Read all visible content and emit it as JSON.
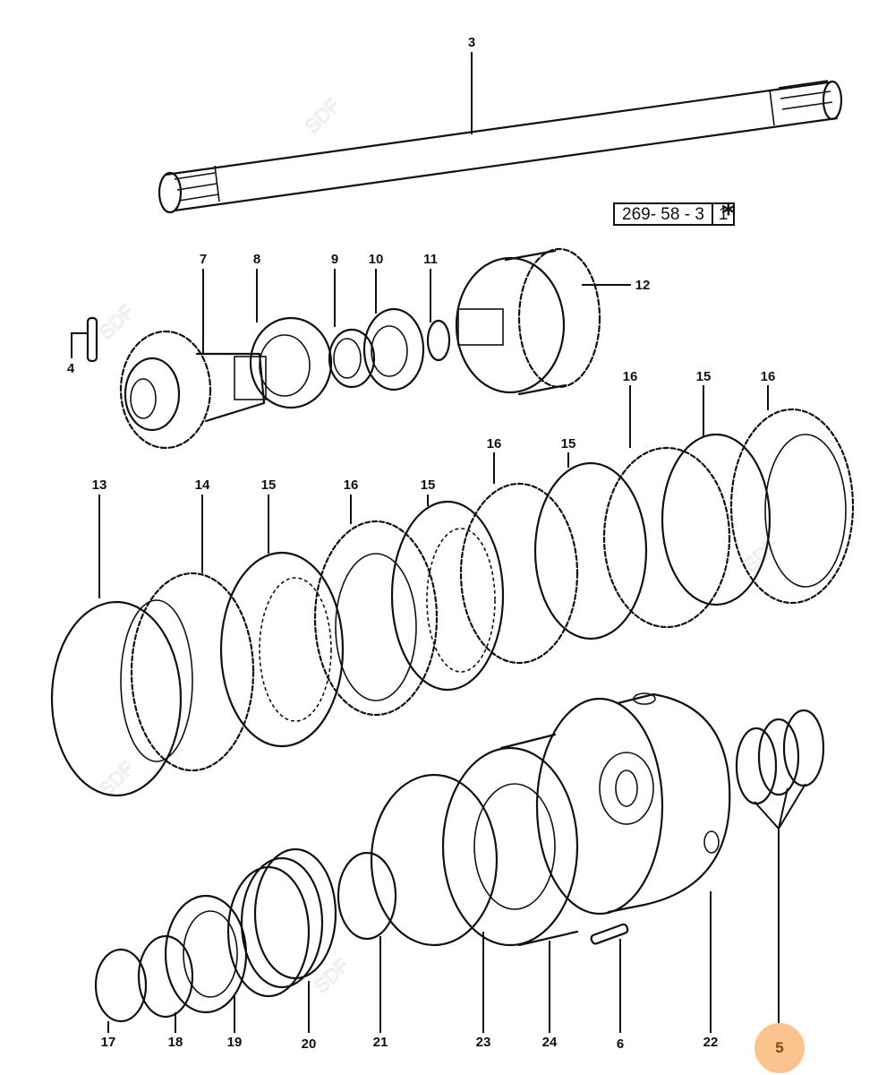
{
  "diagram": {
    "title_ref": {
      "code": "269- 58 - 3",
      "sheet": "1",
      "marker": "*"
    },
    "watermark": "SDF",
    "highlight": {
      "part": "5",
      "fill": "#f9c48e",
      "text_color": "#7a4a14"
    },
    "callouts": [
      {
        "id": "3",
        "label": "3"
      },
      {
        "id": "4",
        "label": "4"
      },
      {
        "id": "7",
        "label": "7"
      },
      {
        "id": "8",
        "label": "8"
      },
      {
        "id": "9",
        "label": "9"
      },
      {
        "id": "10",
        "label": "10"
      },
      {
        "id": "11",
        "label": "11"
      },
      {
        "id": "12",
        "label": "12"
      },
      {
        "id": "13",
        "label": "13"
      },
      {
        "id": "14",
        "label": "14"
      },
      {
        "id": "15a",
        "label": "15"
      },
      {
        "id": "16a",
        "label": "16"
      },
      {
        "id": "15b",
        "label": "15"
      },
      {
        "id": "16b",
        "label": "16"
      },
      {
        "id": "15c",
        "label": "15"
      },
      {
        "id": "16c",
        "label": "16"
      },
      {
        "id": "15d",
        "label": "15"
      },
      {
        "id": "16d",
        "label": "16"
      },
      {
        "id": "17",
        "label": "17"
      },
      {
        "id": "18",
        "label": "18"
      },
      {
        "id": "19",
        "label": "19"
      },
      {
        "id": "20",
        "label": "20"
      },
      {
        "id": "21",
        "label": "21"
      },
      {
        "id": "23",
        "label": "23"
      },
      {
        "id": "24",
        "label": "24"
      },
      {
        "id": "6",
        "label": "6"
      },
      {
        "id": "22",
        "label": "22"
      },
      {
        "id": "5",
        "label": "5"
      }
    ]
  }
}
